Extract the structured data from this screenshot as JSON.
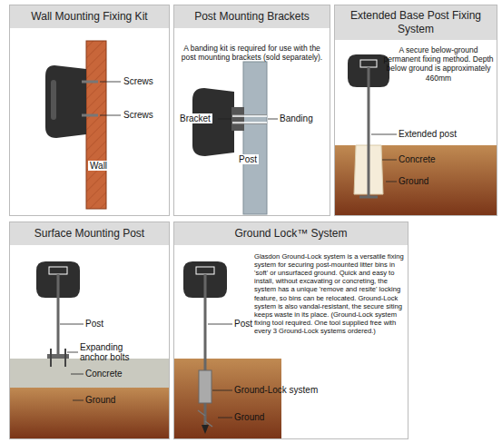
{
  "diagram": {
    "nodes": [
      {
        "text": [
          "Wall Mounting Fixing Kit"
        ]
      },
      {
        "text": [
          "Post Mounting Brackets",
          "A banding kit is required for use with the post mounting brackets (sold separately)."
        ]
      },
      {
        "text": [
          "Extended Base Post Fixing System",
          "A secure below-ground permanent fixing method. Depth below ground is approximately 460mm"
        ]
      },
      {
        "text": [
          "Surface Mounting Post"
        ]
      },
      {
        "text": [
          "Ground Lock™ System",
          "Glasdon Ground-Lock system is a versatile fixing system for securing post-mounted litter bins in 'soft' or unsurfaced ground. Quick and easy to install, without excavating or concreting, the system has a unique 'remove and resite' locking feature, so bins can be relocated. Ground-Lock system is also vandal-resistant, the secure siting keeps waste in its place. (Ground-Lock system fixing tool required. One tool supplied free with every 3 Ground-Lock systems ordered.)"
        ]
      }
    ],
    "labels": [
      "Screws",
      "Screws",
      "Wall",
      "Bracket",
      "Banding",
      "Post",
      "Extended post",
      "Concrete",
      "Ground",
      "Post",
      "Expanding anchor bolts",
      "Concrete",
      "Ground",
      "Post",
      "Ground-Lock system",
      "Ground"
    ]
  }
}
